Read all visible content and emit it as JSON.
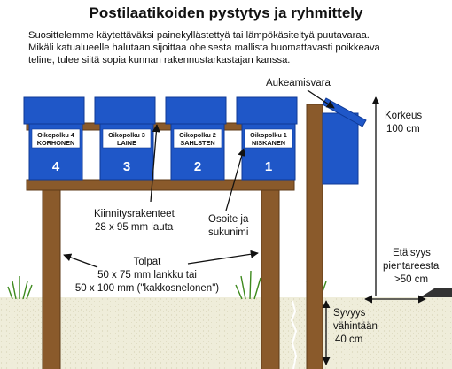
{
  "title": "Postilaatikoiden pystytys ja ryhmittely",
  "intro": [
    "Suosittelemme käytettäväksi painekyllästettyä tai lämpökäsiteltyä puutavaraa.",
    "Mikäli katualueelle halutaan sijoittaa oheisesta mallista huomattavasti poikkeava",
    "teline, tulee siitä sopia kunnan rakennustarkastajan kanssa."
  ],
  "mailboxes": [
    {
      "street": "Oikopolku 4",
      "name": "KORHONEN",
      "number": "4"
    },
    {
      "street": "Oikopolku 3",
      "name": "LAINE",
      "number": "3"
    },
    {
      "street": "Oikopolku 2",
      "name": "SAHLSTEN",
      "number": "2"
    },
    {
      "street": "Oikopolku 1",
      "name": "NISKANEN",
      "number": "1"
    }
  ],
  "labels": {
    "aukeamisvara": "Aukeamisvara",
    "korkeus": [
      "Korkeus",
      "100 cm"
    ],
    "kiinnitys": [
      "Kiinnitysrakenteet",
      "28 x 95 mm lauta"
    ],
    "osoite": [
      "Osoite ja",
      "sukunimi"
    ],
    "tolpat": [
      "Tolpat",
      "50 x 75 mm lankku tai",
      "50 x 100 mm (\"kakkosnelonen\")"
    ],
    "etaisyys": [
      "Etäisyys",
      "pientareesta",
      ">50 cm"
    ],
    "syvyys": [
      "Syvyys",
      "vähintään",
      "40 cm"
    ]
  },
  "colors": {
    "mailbox_blue": "#1f57c8",
    "mailbox_dark": "#0f3a96",
    "wood": "#8a5a2b",
    "wood_dark": "#5e3a17",
    "ground": "#efedda",
    "grass": "#3e8a1e",
    "arrow": "#111111"
  }
}
